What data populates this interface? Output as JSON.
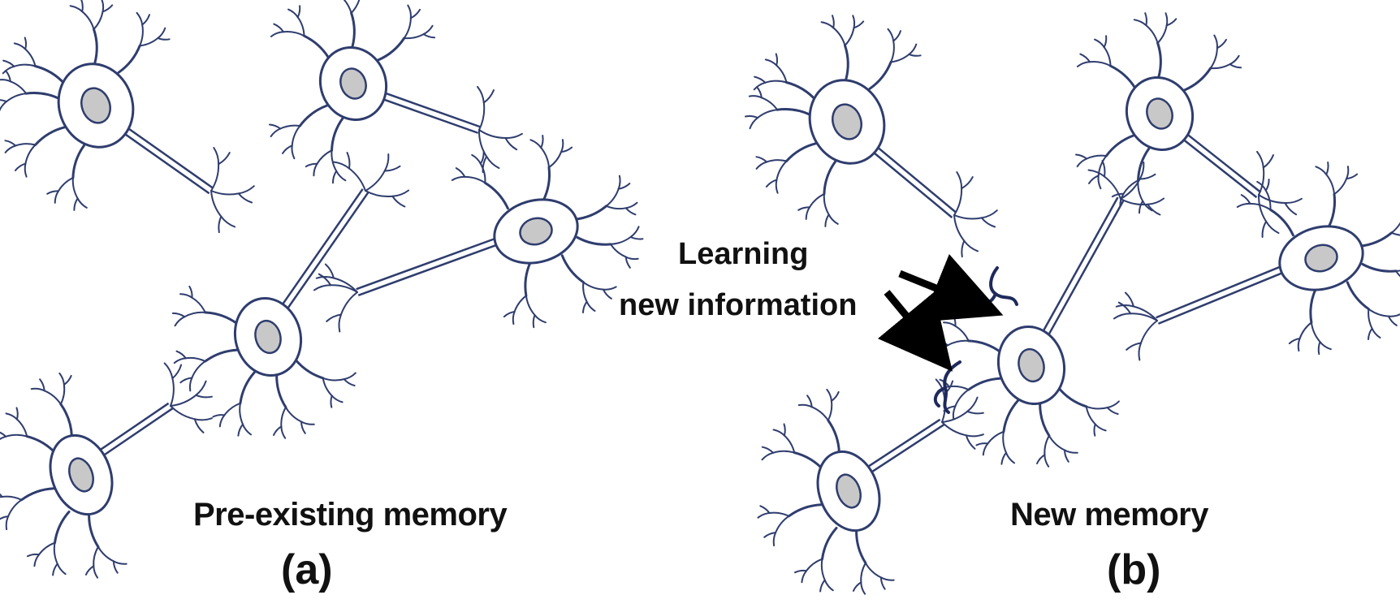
{
  "panels": {
    "a": {
      "caption": "Pre-existing memory",
      "label": "(a)"
    },
    "b": {
      "caption": "New memory",
      "label": "(b)"
    }
  },
  "annotation": {
    "line1": "Learning",
    "line2": "new information"
  },
  "colors": {
    "neuron_stroke": "#2f3d6e",
    "soma_fill": "#ffffff",
    "nucleus_fill": "#c8c8c8",
    "new_synapse": "#1f2a5c",
    "arrow": "#000000",
    "text": "#111111"
  }
}
